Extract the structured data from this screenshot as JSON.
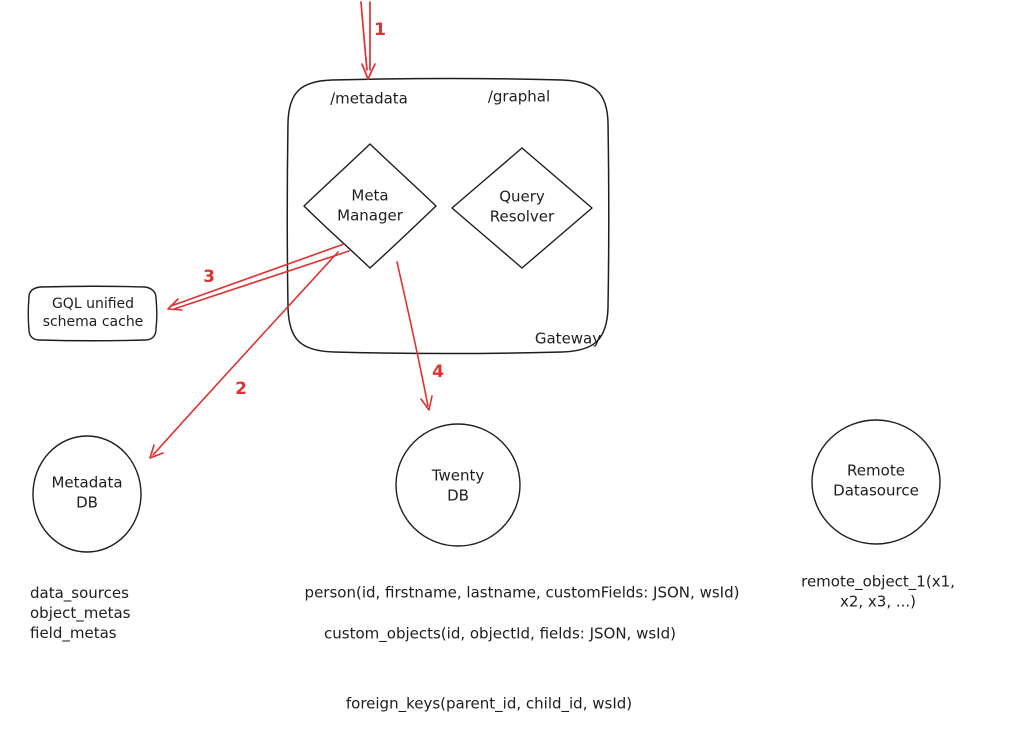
{
  "colors": {
    "ink": "#1e1e1e",
    "accent": "#e03131",
    "background": "#ffffff"
  },
  "gateway": {
    "title": "Gateway",
    "route_metadata": "/metadata",
    "route_graphql": "/graphal",
    "meta_manager": "Meta\nManager",
    "query_resolver": "Query\nResolver"
  },
  "cache": {
    "label": "GQL unified\nschema cache"
  },
  "databases": {
    "metadata_db": "Metadata\nDB",
    "twenty_db": "Twenty\nDB",
    "remote_datasource": "Remote\nDatasource"
  },
  "arrows": {
    "step1": "1",
    "step2": "2",
    "step3": "3",
    "step4": "4"
  },
  "schemas": {
    "metadata_db_tables": [
      "data_sources",
      "object_metas",
      "field_metas"
    ],
    "twenty_db_tables": [
      "person(id, firstname, lastname, customFields: JSON, wsId)",
      "custom_objects(id, objectId, fields: JSON, wsId)",
      "foreign_keys(parent_id, child_id, wsId)"
    ],
    "remote_datasource_tables": [
      "remote_object_1(x1, x2, x3, ...)"
    ]
  }
}
